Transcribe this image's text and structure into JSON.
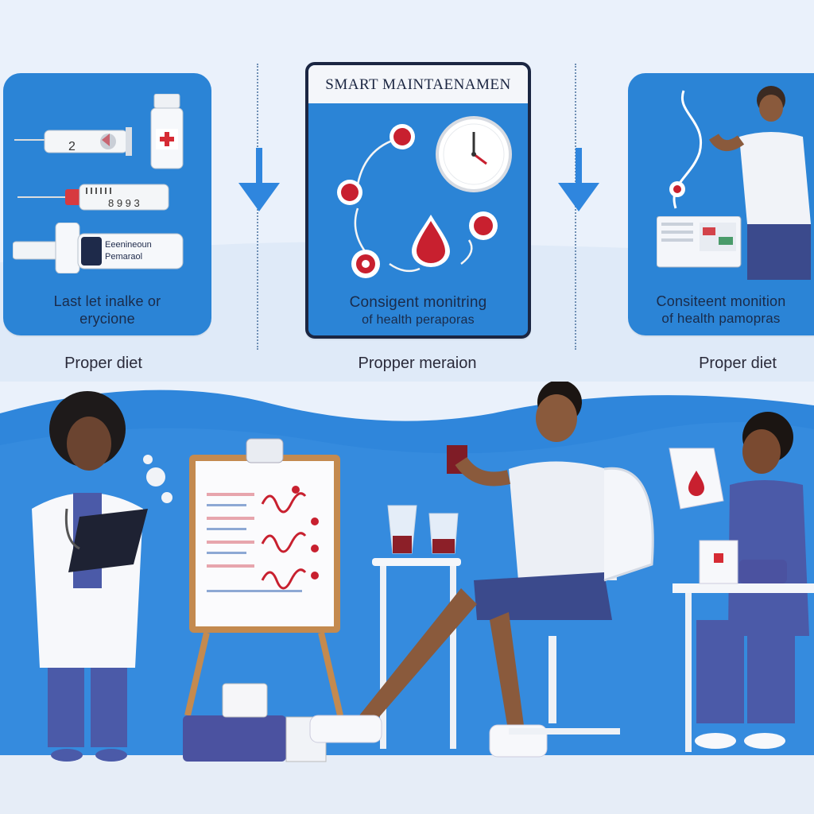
{
  "panels": {
    "left": {
      "label_lines": [
        "Last let inalke or",
        "erycione"
      ],
      "syringe_number": "2",
      "syringe2_number": "8 9 9 3",
      "inhaler_lines": [
        "Eeenineoun",
        "Pemaraol"
      ]
    },
    "center": {
      "title": "SMART MAINTAENAMEN",
      "label_lines": [
        "Consigent monitring",
        "of health peraporas"
      ]
    },
    "right": {
      "label_lines": [
        "Consiteent monition",
        "of health pamopras"
      ]
    }
  },
  "captions": {
    "left": "Proper diet",
    "center": "Propper meraion",
    "right": "Proper diet"
  },
  "colors": {
    "panel_blue": "#2b84d6",
    "background": "#eaf1fb",
    "accent_red": "#c8202f",
    "arrow_blue": "#2f86de"
  },
  "icons": [
    "syringe-icon",
    "medicine-vial-icon",
    "inhaler-icon",
    "clock-icon",
    "blood-drop-icon",
    "cycle-arrows-icon",
    "down-arrow-icon",
    "clipboard-icon",
    "monitor-icon"
  ]
}
